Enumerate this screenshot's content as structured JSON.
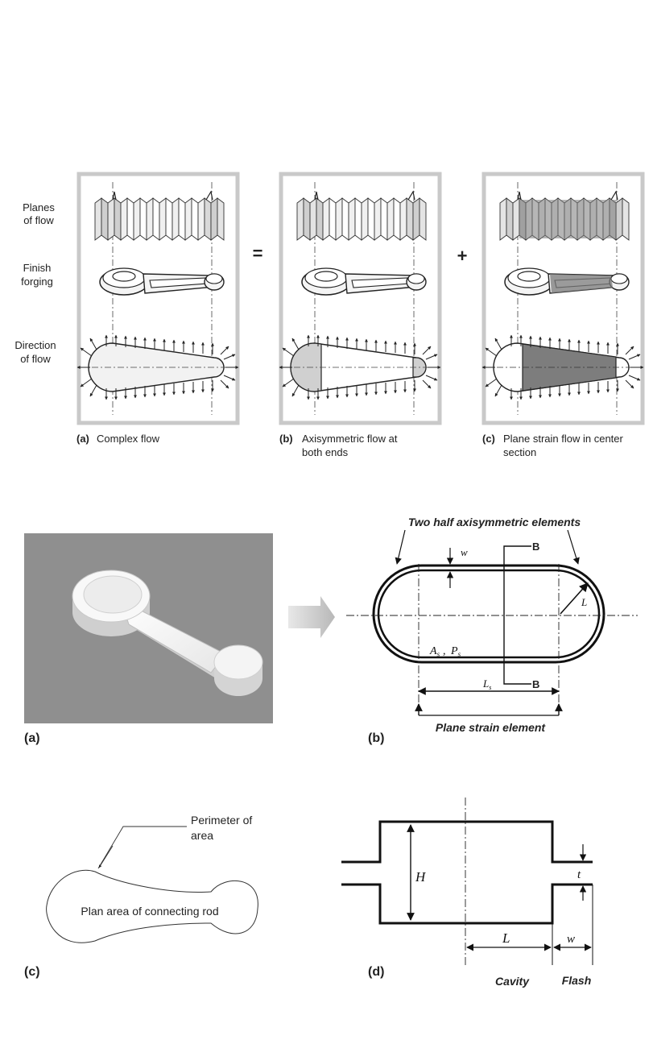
{
  "top": {
    "row_labels": [
      {
        "l1": "Planes",
        "l2": "of flow"
      },
      {
        "l1": "Finish",
        "l2": "forging"
      },
      {
        "l1": "Direction",
        "l2": "of flow"
      }
    ],
    "equals": "=",
    "plus": "+",
    "captions": [
      {
        "tag": "(a)",
        "l1": "Complex flow",
        "l2": ""
      },
      {
        "tag": "(b)",
        "l1": "Axisymmetric flow at",
        "l2": "both ends"
      },
      {
        "tag": "(c)",
        "l1": "Plane strain flow in center",
        "l2": "section"
      }
    ]
  },
  "middle": {
    "panel_a_label": "(a)",
    "panel_b_label": "(b)",
    "title_top": "Two half axisymmetric elements",
    "title_bottom": "Plane strain element",
    "label_w": "w",
    "label_L": "L",
    "label_B": "B",
    "label_As": "A",
    "label_Ps": "P",
    "label_sub": "s",
    "label_Ls": "L",
    "sep": ", "
  },
  "bottom": {
    "panel_c_label": "(c)",
    "panel_d_label": "(d)",
    "perimeter_l1": "Perimeter of",
    "perimeter_l2": "area",
    "plan_area": "Plan area of  connecting rod",
    "label_H": "H",
    "label_t": "t",
    "label_L": "L",
    "label_w": "w",
    "cavity": "Cavity",
    "flash": "Flash"
  }
}
